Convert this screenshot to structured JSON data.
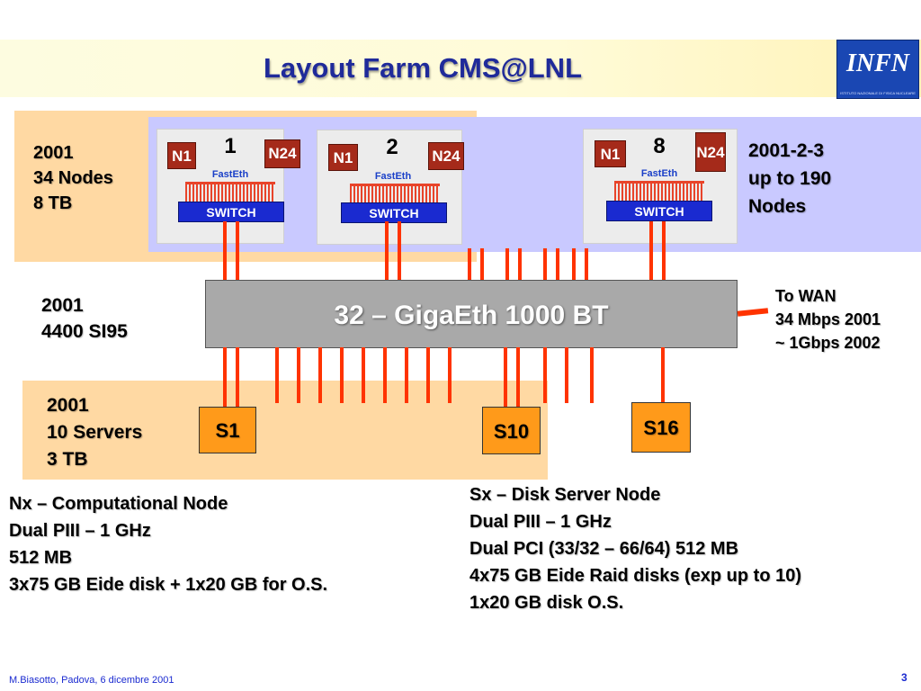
{
  "title": "Layout Farm CMS@LNL",
  "logo": {
    "text": "INFN",
    "subtitle": "ISTITUTO NAZIONALE DI FISICA NUCLEARE"
  },
  "node_groups": [
    {
      "number": "1",
      "left_node": "N1",
      "right_node": "N24",
      "link": "FastEth",
      "switch": "SWITCH"
    },
    {
      "number": "2",
      "left_node": "N1",
      "right_node": "N24",
      "link": "FastEth",
      "switch": "SWITCH"
    },
    {
      "number": "8",
      "left_node": "N1",
      "right_node": "N24",
      "link": "FastEth",
      "switch": "SWITCH"
    }
  ],
  "nodes_2001": {
    "line1": "2001",
    "line2": "34 Nodes",
    "line3": "8 TB"
  },
  "nodes_future": {
    "line1": "2001-2-3",
    "line2": "up to 190",
    "line3": "Nodes"
  },
  "core_switch": {
    "label": "32 – GigaEth 1000 BT"
  },
  "power_2001": {
    "line1": "2001",
    "line2": "4400 SI95"
  },
  "wan": {
    "line1": "To WAN",
    "line2": "34 Mbps 2001",
    "line3": "~ 1Gbps 2002"
  },
  "servers_2001": {
    "line1": "2001",
    "line2": "10 Servers",
    "line3": "3 TB"
  },
  "servers": [
    "S1",
    "S10",
    "S16"
  ],
  "node_desc": [
    "Nx – Computational Node",
    "Dual PIII – 1 GHz",
    "512 MB",
    "3x75 GB Eide disk + 1x20 GB for O.S."
  ],
  "server_desc": [
    "Sx – Disk Server Node",
    "Dual PIII – 1 GHz",
    "Dual PCI (33/32 – 66/64) 512 MB",
    "4x75 GB Eide Raid disks (exp up to 10)",
    "1x20 GB disk O.S."
  ],
  "footer": "M.Biasotto, Padova, 6 dicembre 2001",
  "page_number": "3",
  "colors": {
    "title": "#1f2a9a",
    "node_box": "#a52a1a",
    "switch": "#1a2ad0",
    "link": "#ff3300",
    "server_box": "#ff9a1a",
    "core": "#a9a9a9",
    "peach_area": "#ffd9a3",
    "blue_area": "#c9c9ff"
  }
}
